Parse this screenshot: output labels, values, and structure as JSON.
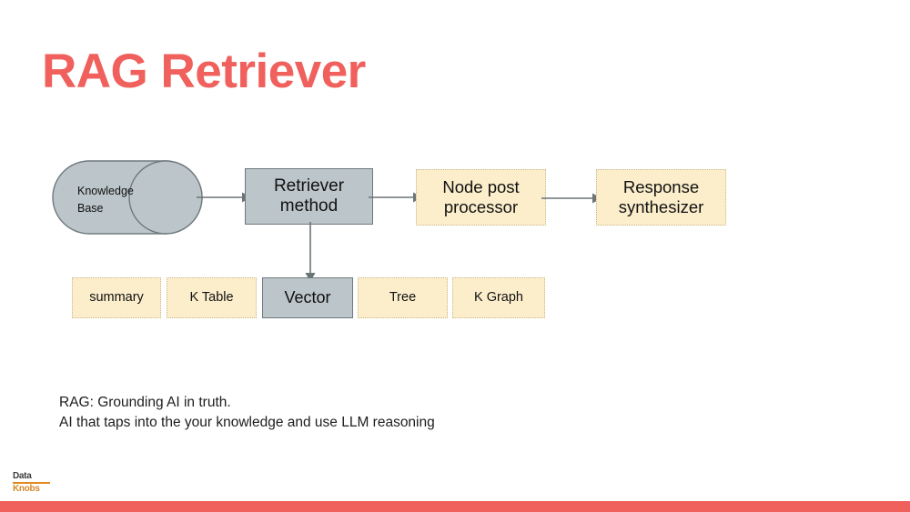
{
  "slide": {
    "title": "RAG Retriever",
    "accent_color": "#f0605c",
    "background_color": "#ffffff"
  },
  "diagram": {
    "knowledge_base": {
      "label": "Knowledge\nBase",
      "shape": "cylinder",
      "fill": "#bcc5c9",
      "stroke": "#707a7e"
    },
    "pipeline": [
      {
        "id": "retriever-method",
        "label": "Retriever\nmethod",
        "style": "gray",
        "fill": "#bcc5c9",
        "stroke": "#707a7e"
      },
      {
        "id": "node-post-processor",
        "label": "Node post\nprocessor",
        "style": "cream",
        "fill": "#fceecb",
        "stroke": "#c9b98c"
      },
      {
        "id": "response-synthesizer",
        "label": "Response\nsynthesizer",
        "style": "cream",
        "fill": "#fceecb",
        "stroke": "#c9b98c"
      }
    ],
    "retriever_options": [
      {
        "id": "summary",
        "label": "summary",
        "style": "cream",
        "selected": false
      },
      {
        "id": "k-table",
        "label": "K Table",
        "style": "cream",
        "selected": false
      },
      {
        "id": "vector",
        "label": "Vector",
        "style": "gray",
        "selected": true
      },
      {
        "id": "tree",
        "label": "Tree",
        "style": "cream",
        "selected": false
      },
      {
        "id": "k-graph",
        "label": "K Graph",
        "style": "cream",
        "selected": false
      }
    ],
    "arrows": [
      {
        "id": "kb-to-retriever",
        "from": "knowledge-base",
        "to": "retriever-method",
        "direction": "right"
      },
      {
        "id": "retriever-to-npp",
        "from": "retriever-method",
        "to": "node-post-processor",
        "direction": "right"
      },
      {
        "id": "npp-to-rs",
        "from": "node-post-processor",
        "to": "response-synthesizer",
        "direction": "right"
      },
      {
        "id": "retriever-to-vector",
        "from": "retriever-method",
        "to": "vector",
        "direction": "down"
      }
    ],
    "arrow_color": "#6b7477"
  },
  "body": {
    "line1": "RAG: Grounding AI in truth.",
    "line2": "AI that taps into the your knowledge and use LLM reasoning",
    "text": "RAG: Grounding AI in truth.\nAI that taps into the your knowledge and use LLM reasoning"
  },
  "footer": {
    "logo_part1": "Data",
    "logo_part2": "Knobs",
    "logo_color1": "#3b3b3b",
    "logo_color2": "#d4882a",
    "bar_color": "#f0605c"
  }
}
